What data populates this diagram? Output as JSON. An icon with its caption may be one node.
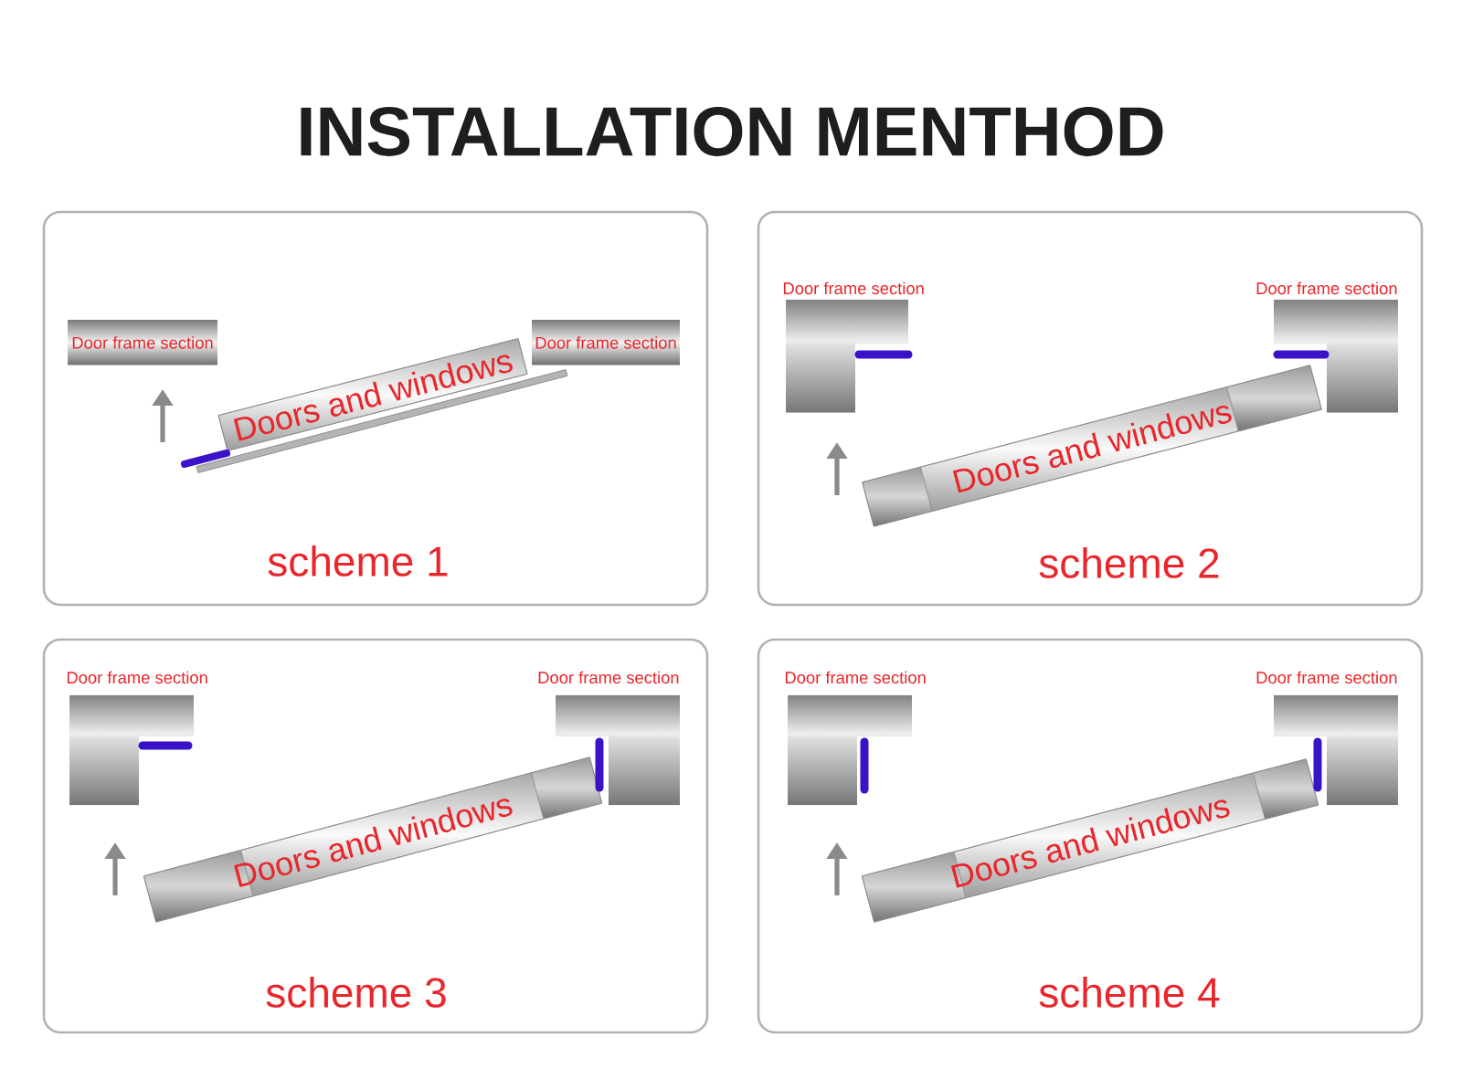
{
  "diagram": {
    "title": "INSTALLATION MENTHOD",
    "nodes": [
      {
        "text": [
          "scheme 1"
        ]
      },
      {
        "text": [
          "Door frame section"
        ],
        "in": 0
      },
      {
        "text": [
          "Door frame section"
        ],
        "in": 0
      },
      {
        "text": [
          "Doors and windows"
        ],
        "in": 0
      },
      {
        "text": [
          "scheme 2"
        ]
      },
      {
        "text": [
          "Door frame section"
        ],
        "in": 4
      },
      {
        "text": [
          "Door frame section"
        ],
        "in": 4
      },
      {
        "text": [
          "Doors and windows"
        ],
        "in": 4
      },
      {
        "text": [
          "scheme 3"
        ]
      },
      {
        "text": [
          "Door frame section"
        ],
        "in": 8
      },
      {
        "text": [
          "Door frame section"
        ],
        "in": 8
      },
      {
        "text": [
          "Doors and windows"
        ],
        "in": 8
      },
      {
        "text": [
          "scheme 4"
        ]
      },
      {
        "text": [
          "Door frame section"
        ],
        "in": 12
      },
      {
        "text": [
          "Door frame section"
        ],
        "in": 12
      },
      {
        "text": [
          "Doors and windows"
        ],
        "in": 12
      }
    ]
  }
}
